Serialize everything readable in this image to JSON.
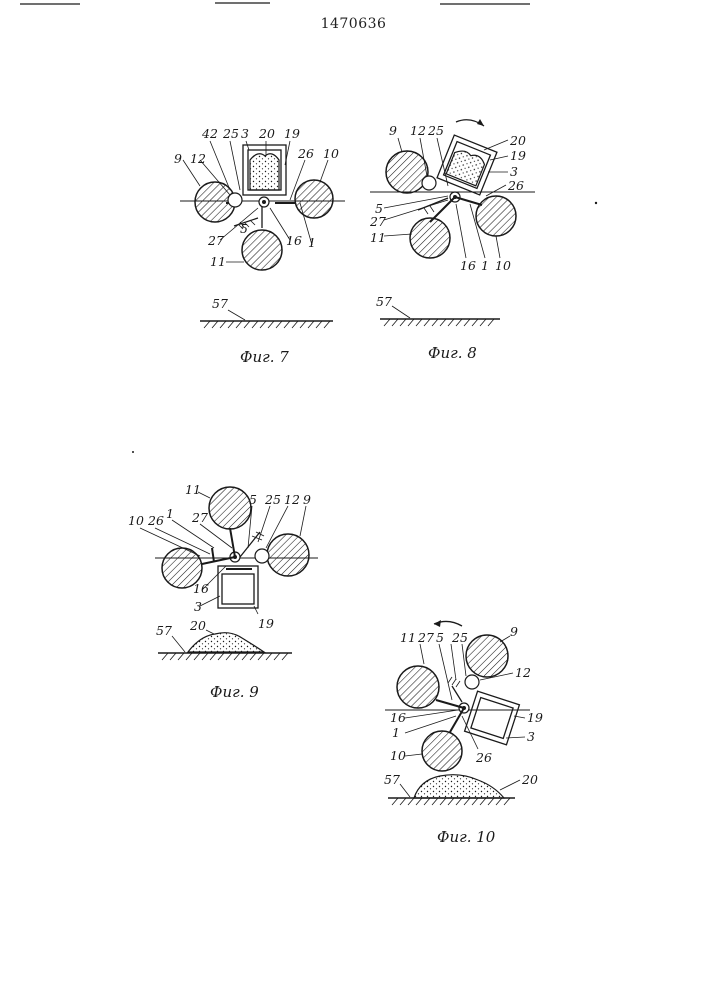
{
  "header": {
    "patent_number": "1470636"
  },
  "figures": [
    {
      "id": "fig7",
      "caption": "Фиг. 7",
      "labels": [
        "42",
        "25",
        "3",
        "20",
        "19",
        "9",
        "12",
        "26",
        "10",
        "5",
        "27",
        "16",
        "1",
        "11",
        "57"
      ]
    },
    {
      "id": "fig8",
      "caption": "Фиг. 8",
      "labels": [
        "9",
        "12",
        "25",
        "20",
        "19",
        "3",
        "26",
        "5",
        "27",
        "11",
        "16",
        "1",
        "10",
        "57"
      ]
    },
    {
      "id": "fig9",
      "caption": "Фиг. 9",
      "labels": [
        "11",
        "5",
        "25",
        "12",
        "9",
        "10",
        "26",
        "1",
        "27",
        "16",
        "3",
        "19",
        "20",
        "57"
      ]
    },
    {
      "id": "fig10",
      "caption": "Фиг. 10",
      "labels": [
        "11",
        "27",
        "5",
        "25",
        "9",
        "12",
        "19",
        "16",
        "1",
        "3",
        "10",
        "26",
        "57",
        "20"
      ]
    }
  ]
}
